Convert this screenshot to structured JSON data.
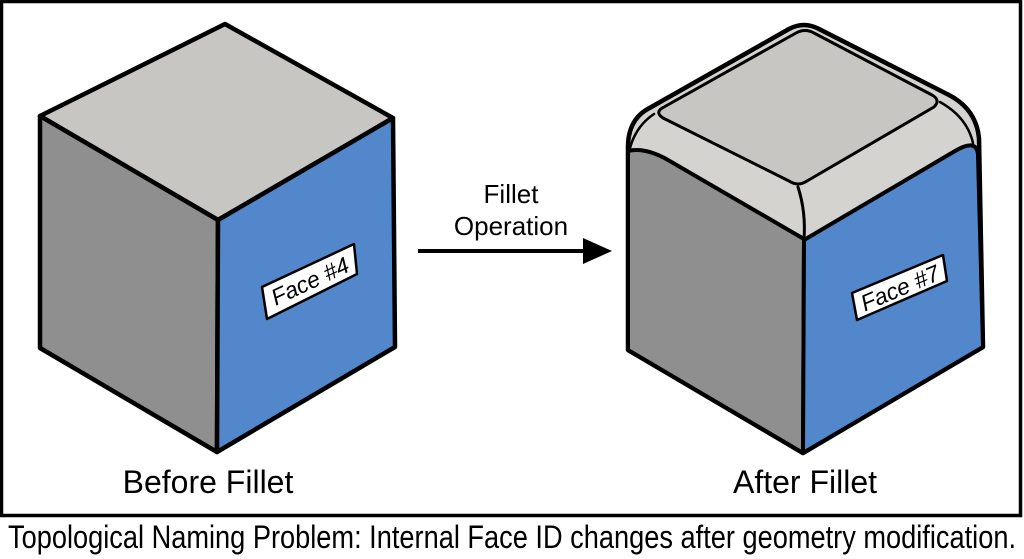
{
  "diagram": {
    "title_caption": "Topological Naming Problem: Internal Face ID changes after geometry modification.",
    "before": {
      "face_label": "Face #4",
      "caption": "Before Fillet"
    },
    "after": {
      "face_label": "Face #7",
      "caption": "After Fillet"
    },
    "arrow": {
      "line1": "Fillet",
      "line2": "Operation"
    },
    "colors": {
      "top_face": "#c8c6c2",
      "side_face": "#8f8f8f",
      "front_face": "#5288cb",
      "fillet_band": "#d5d3d0",
      "label_bg": "#ffffff",
      "outline": "#000000",
      "background": "#ffffff"
    }
  }
}
